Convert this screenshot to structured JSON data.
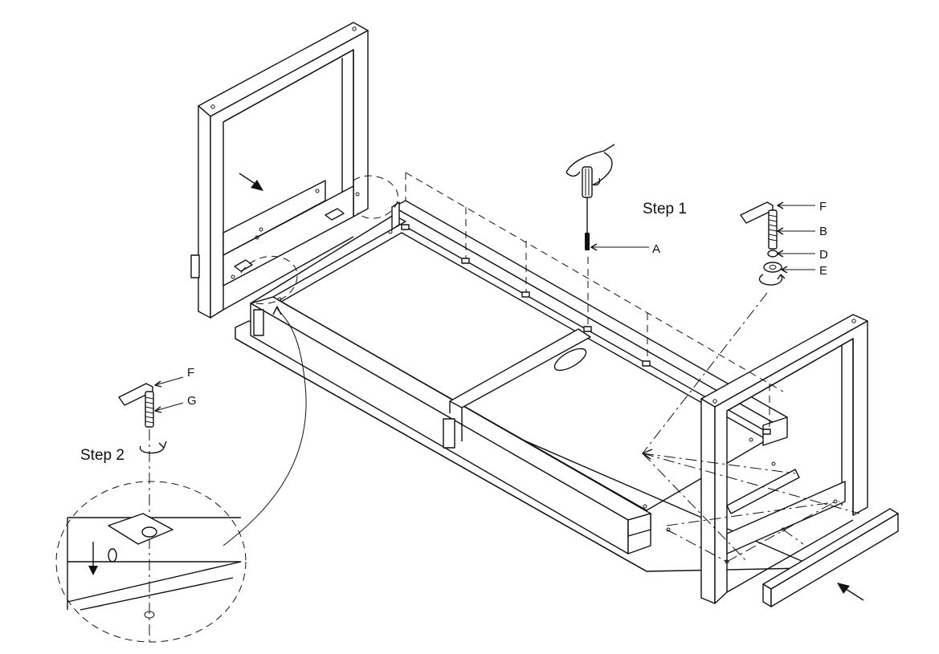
{
  "labels": {
    "step1": "Step 1",
    "step2": "Step 2",
    "a": "A",
    "b": "B",
    "d": "D",
    "e": "E",
    "f_top": "F",
    "f_bottom": "F",
    "g": "G"
  }
}
